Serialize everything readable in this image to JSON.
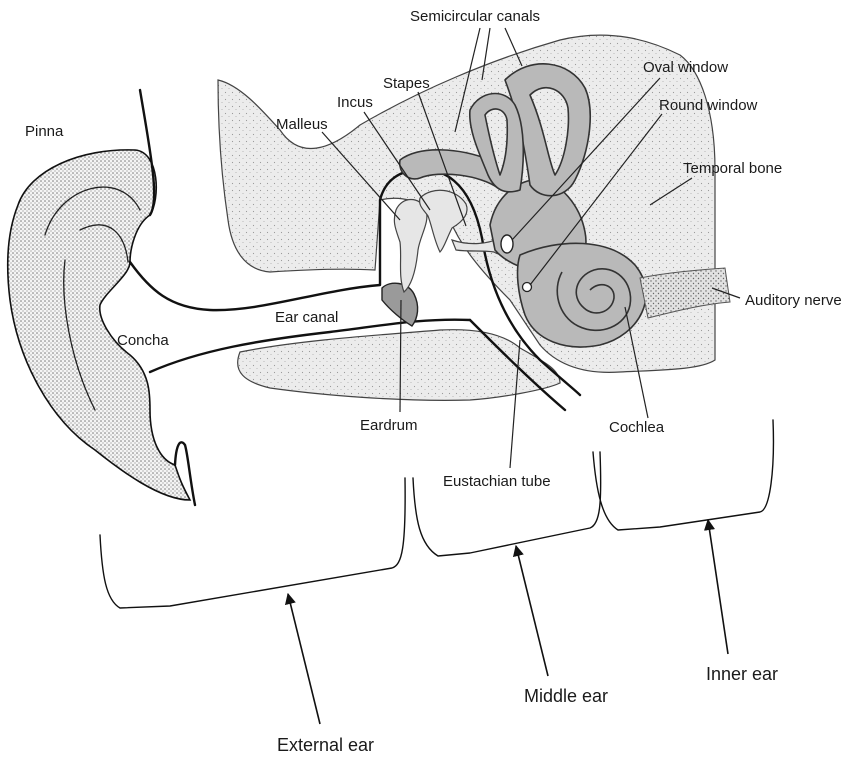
{
  "labels": {
    "semicircular_canals": "Semicircular canals",
    "oval_window": "Oval window",
    "round_window": "Round window",
    "temporal_bone": "Temporal bone",
    "auditory_nerve": "Auditory nerve",
    "stapes": "Stapes",
    "incus": "Incus",
    "malleus": "Malleus",
    "pinna": "Pinna",
    "concha": "Concha",
    "ear_canal": "Ear canal",
    "eardrum": "Eardrum",
    "eustachian_tube": "Eustachian tube",
    "cochlea": "Cochlea"
  },
  "regions": {
    "external_ear": "External ear",
    "middle_ear": "Middle ear",
    "inner_ear": "Inner ear"
  }
}
